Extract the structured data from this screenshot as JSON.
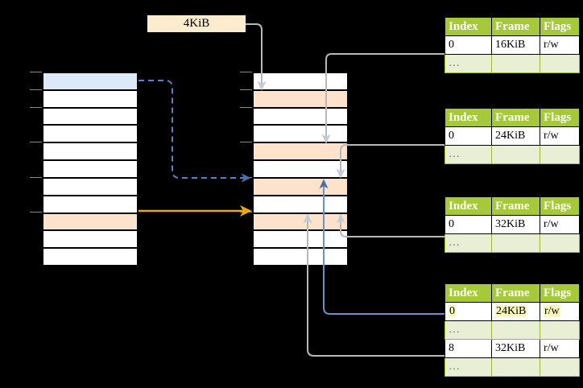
{
  "diagram": {
    "title_label": "4KiB",
    "page_size_box": {
      "label": "4KiB",
      "bg": "#fdeccd"
    },
    "colors": {
      "header_green": "#a6c939",
      "dots_green": "#e9efd4",
      "peach": "#fde2cc",
      "blue_fill": "#dce9f9",
      "highlight_yellow": "#faf8b8",
      "orange_arrow": "#e8a713",
      "blue_arrow": "#5b7fba",
      "gray_wire": "#b8b8b8"
    },
    "left_column": {
      "name": "virtual-memory-column",
      "row_count": 11,
      "rows": [
        {
          "index": 0,
          "fill": "blue",
          "label": ""
        },
        {
          "index": 1,
          "fill": "white",
          "label": ""
        },
        {
          "index": 2,
          "fill": "white",
          "label": ""
        },
        {
          "index": 3,
          "fill": "white",
          "label": ""
        },
        {
          "index": 4,
          "fill": "white",
          "label": ""
        },
        {
          "index": 5,
          "fill": "white",
          "label": ""
        },
        {
          "index": 6,
          "fill": "white",
          "label": ""
        },
        {
          "index": 7,
          "fill": "white",
          "label": ""
        },
        {
          "index": 8,
          "fill": "peach",
          "label": ""
        },
        {
          "index": 9,
          "fill": "white",
          "label": ""
        },
        {
          "index": 10,
          "fill": "white",
          "label": ""
        }
      ]
    },
    "middle_column": {
      "name": "physical-memory-column",
      "row_count": 11,
      "rows": [
        {
          "index": 0,
          "fill": "white",
          "label": ""
        },
        {
          "index": 1,
          "fill": "peach",
          "label": ""
        },
        {
          "index": 2,
          "fill": "white",
          "label": ""
        },
        {
          "index": 3,
          "fill": "white",
          "label": ""
        },
        {
          "index": 4,
          "fill": "peach",
          "label": ""
        },
        {
          "index": 5,
          "fill": "white",
          "label": ""
        },
        {
          "index": 6,
          "fill": "peach",
          "label": ""
        },
        {
          "index": 7,
          "fill": "white",
          "label": ""
        },
        {
          "index": 8,
          "fill": "peach",
          "label": ""
        },
        {
          "index": 9,
          "fill": "white",
          "label": ""
        },
        {
          "index": 10,
          "fill": "white",
          "label": ""
        }
      ]
    },
    "tables": [
      {
        "name": "page-table-1",
        "headers": [
          "Index",
          "Frame",
          "Flags"
        ],
        "rows": [
          {
            "kind": "data",
            "cells": [
              "0",
              "16KiB",
              "r/w"
            ],
            "highlight": [
              false,
              false,
              false
            ]
          },
          {
            "kind": "dots",
            "cells": [
              "…",
              "",
              ""
            ],
            "highlight": [
              false,
              false,
              false
            ]
          }
        ]
      },
      {
        "name": "page-table-2",
        "headers": [
          "Index",
          "Frame",
          "Flags"
        ],
        "rows": [
          {
            "kind": "data",
            "cells": [
              "0",
              "24KiB",
              "r/w"
            ],
            "highlight": [
              false,
              false,
              false
            ]
          },
          {
            "kind": "dots",
            "cells": [
              "…",
              "",
              ""
            ],
            "highlight": [
              false,
              false,
              false
            ]
          }
        ]
      },
      {
        "name": "page-table-3",
        "headers": [
          "Index",
          "Frame",
          "Flags"
        ],
        "rows": [
          {
            "kind": "data",
            "cells": [
              "0",
              "32KiB",
              "r/w"
            ],
            "highlight": [
              false,
              false,
              false
            ]
          },
          {
            "kind": "dots",
            "cells": [
              "…",
              "",
              ""
            ],
            "highlight": [
              false,
              false,
              false
            ]
          }
        ]
      },
      {
        "name": "page-table-4",
        "headers": [
          "Index",
          "Frame",
          "Flags"
        ],
        "rows": [
          {
            "kind": "data",
            "cells": [
              "0",
              "24KiB",
              "r/w"
            ],
            "highlight": [
              true,
              true,
              true
            ]
          },
          {
            "kind": "dots",
            "cells": [
              "…",
              "",
              ""
            ],
            "highlight": [
              false,
              false,
              false
            ]
          },
          {
            "kind": "data",
            "cells": [
              "8",
              "32KiB",
              "r/w"
            ],
            "highlight": [
              false,
              false,
              false
            ]
          },
          {
            "kind": "dots",
            "cells": [
              "…",
              "",
              ""
            ],
            "highlight": [
              false,
              false,
              false
            ]
          }
        ]
      }
    ]
  }
}
